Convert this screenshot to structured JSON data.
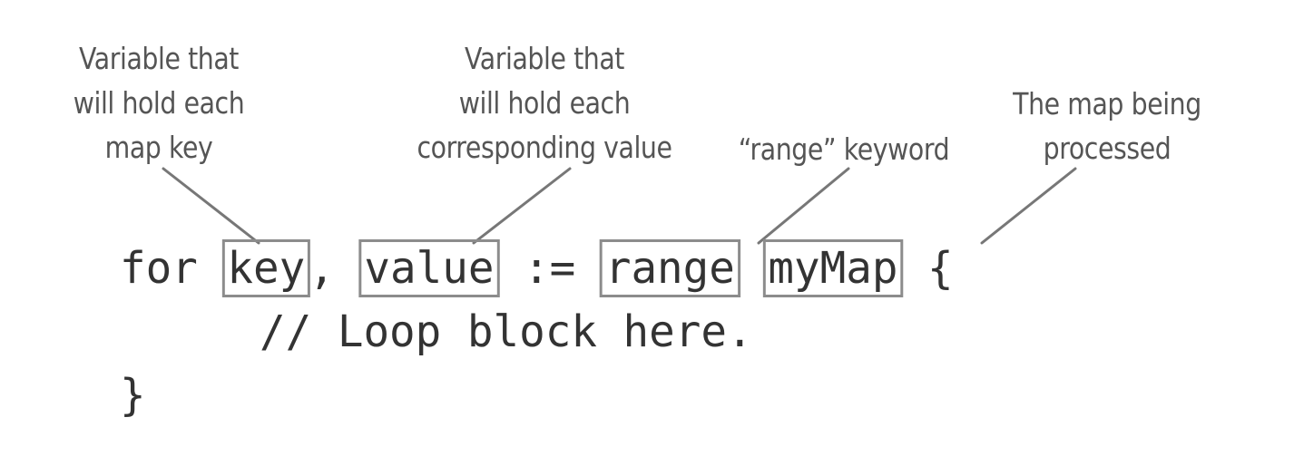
{
  "annotations": {
    "key": [
      "Variable that",
      "will hold each",
      "map key"
    ],
    "value": [
      "Variable that",
      "will hold each",
      "corresponding value"
    ],
    "range": [
      "“range” keyword"
    ],
    "map": [
      "The map being",
      "processed"
    ]
  },
  "code": {
    "line1": {
      "for": "for",
      "key": "key",
      "comma": ",",
      "value": "value",
      "assign": ":=",
      "range": "range",
      "map": "myMap",
      "brace_open": "{"
    },
    "line2": "// Loop block here.",
    "line3": "}"
  },
  "colors": {
    "annotation_text": "#555555",
    "leader_line": "#777777",
    "code_text": "#333333",
    "box_outline": "#8c8c8c"
  }
}
